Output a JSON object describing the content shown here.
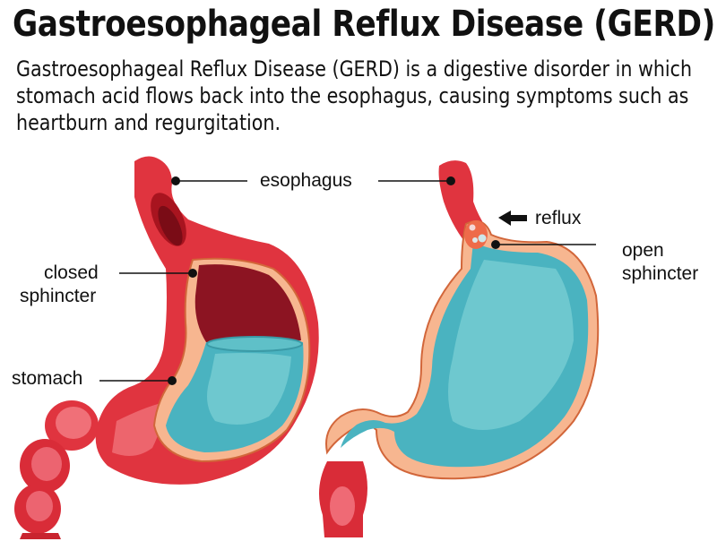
{
  "header": {
    "title": "Gastroesophageal Reflux Disease (GERD)",
    "description_lines": [
      "Gastroesophageal Reflux Disease (GERD) is a digestive disorder in which",
      "stomach acid flows back into the esophagus, causing symptoms such as",
      "heartburn and regurgitation."
    ]
  },
  "labels": {
    "esophagus": "esophagus",
    "closed_sphincter_line1": "closed",
    "closed_sphincter_line2": "sphincter",
    "stomach": "stomach",
    "reflux": "reflux",
    "open_sphincter_line1": "open",
    "open_sphincter_line2": "sphincter"
  },
  "colors": {
    "stomach_red": "#e0343f",
    "stomach_pink": "#f07078",
    "inner_dark": "#8c1422",
    "acid_teal": "#4ab3c0",
    "acid_light": "#6ec8cf",
    "lining_peach": "#f7b690",
    "lining_edge": "#e0603f"
  },
  "diagrams": [
    {
      "name": "normal-stomach",
      "state": "closed sphincter"
    },
    {
      "name": "gerd-stomach",
      "state": "open sphincter with reflux"
    }
  ]
}
